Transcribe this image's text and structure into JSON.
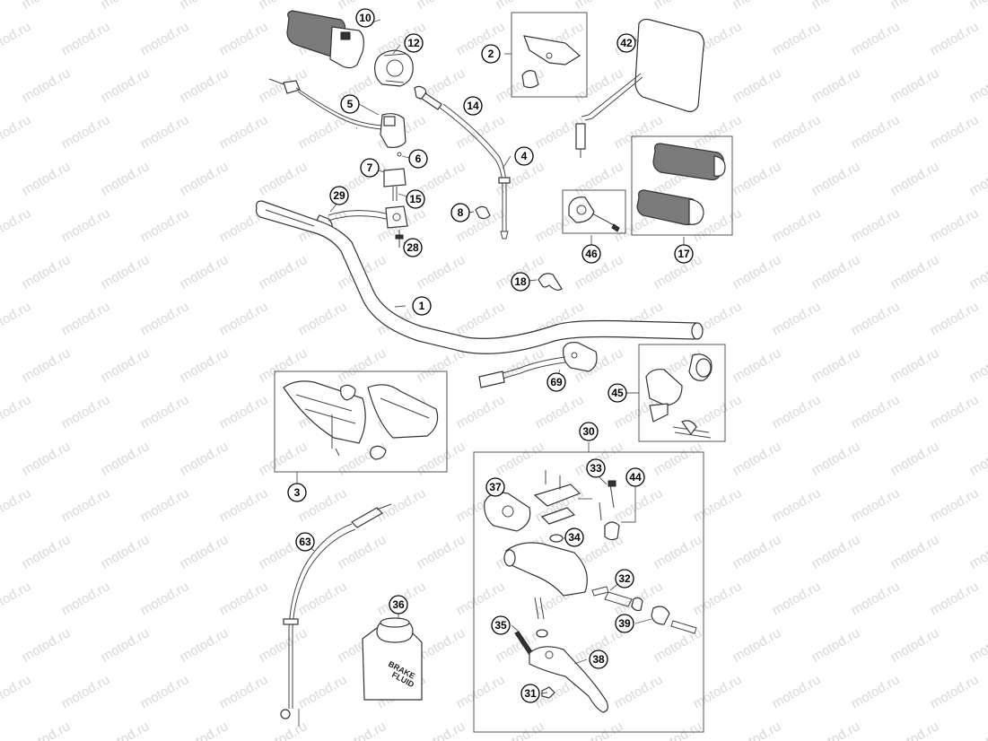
{
  "watermark": "motod.ru",
  "callouts": [
    {
      "id": "c1",
      "label": "1"
    },
    {
      "id": "c2",
      "label": "2"
    },
    {
      "id": "c3",
      "label": "3"
    },
    {
      "id": "c4",
      "label": "4"
    },
    {
      "id": "c5",
      "label": "5"
    },
    {
      "id": "c6",
      "label": "6"
    },
    {
      "id": "c7",
      "label": "7"
    },
    {
      "id": "c8",
      "label": "8"
    },
    {
      "id": "c10",
      "label": "10"
    },
    {
      "id": "c12",
      "label": "12"
    },
    {
      "id": "c14",
      "label": "14"
    },
    {
      "id": "c15",
      "label": "15"
    },
    {
      "id": "c17",
      "label": "17"
    },
    {
      "id": "c18",
      "label": "18"
    },
    {
      "id": "c28",
      "label": "28"
    },
    {
      "id": "c29",
      "label": "29"
    },
    {
      "id": "c30",
      "label": "30"
    },
    {
      "id": "c31",
      "label": "31"
    },
    {
      "id": "c32",
      "label": "32"
    },
    {
      "id": "c33",
      "label": "33"
    },
    {
      "id": "c34",
      "label": "34"
    },
    {
      "id": "c35",
      "label": "35"
    },
    {
      "id": "c36",
      "label": "36"
    },
    {
      "id": "c37",
      "label": "37"
    },
    {
      "id": "c38",
      "label": "38"
    },
    {
      "id": "c39",
      "label": "39"
    },
    {
      "id": "c42",
      "label": "42"
    },
    {
      "id": "c44",
      "label": "44"
    },
    {
      "id": "c45",
      "label": "45"
    },
    {
      "id": "c46",
      "label": "46"
    },
    {
      "id": "c63",
      "label": "63"
    },
    {
      "id": "c69",
      "label": "69"
    }
  ],
  "bottle_label": {
    "line1": "BRAKE",
    "line2": "FLUID"
  }
}
